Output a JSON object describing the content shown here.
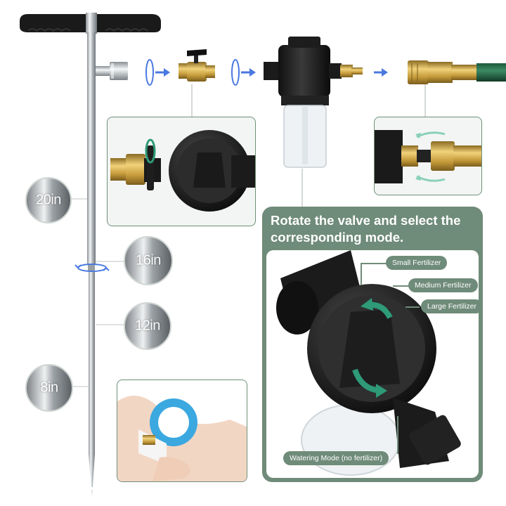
{
  "image": {
    "mode_panel": {
      "title": "Rotate the valve and select the corresponding mode.",
      "labels": {
        "small": "Small Fertilizer",
        "medium": "Medium Fertilizer",
        "large": "Large Fertilizer",
        "watering": "Watering Mode (no fertilizer)"
      }
    },
    "length_marks": {
      "in20": "20in",
      "in16": "16in",
      "in12": "12in",
      "in8": "8in"
    },
    "colors": {
      "accent_green": "#6f8b79",
      "arrow_blue": "#4a79e0",
      "rotate_green": "#2e9a78"
    }
  }
}
